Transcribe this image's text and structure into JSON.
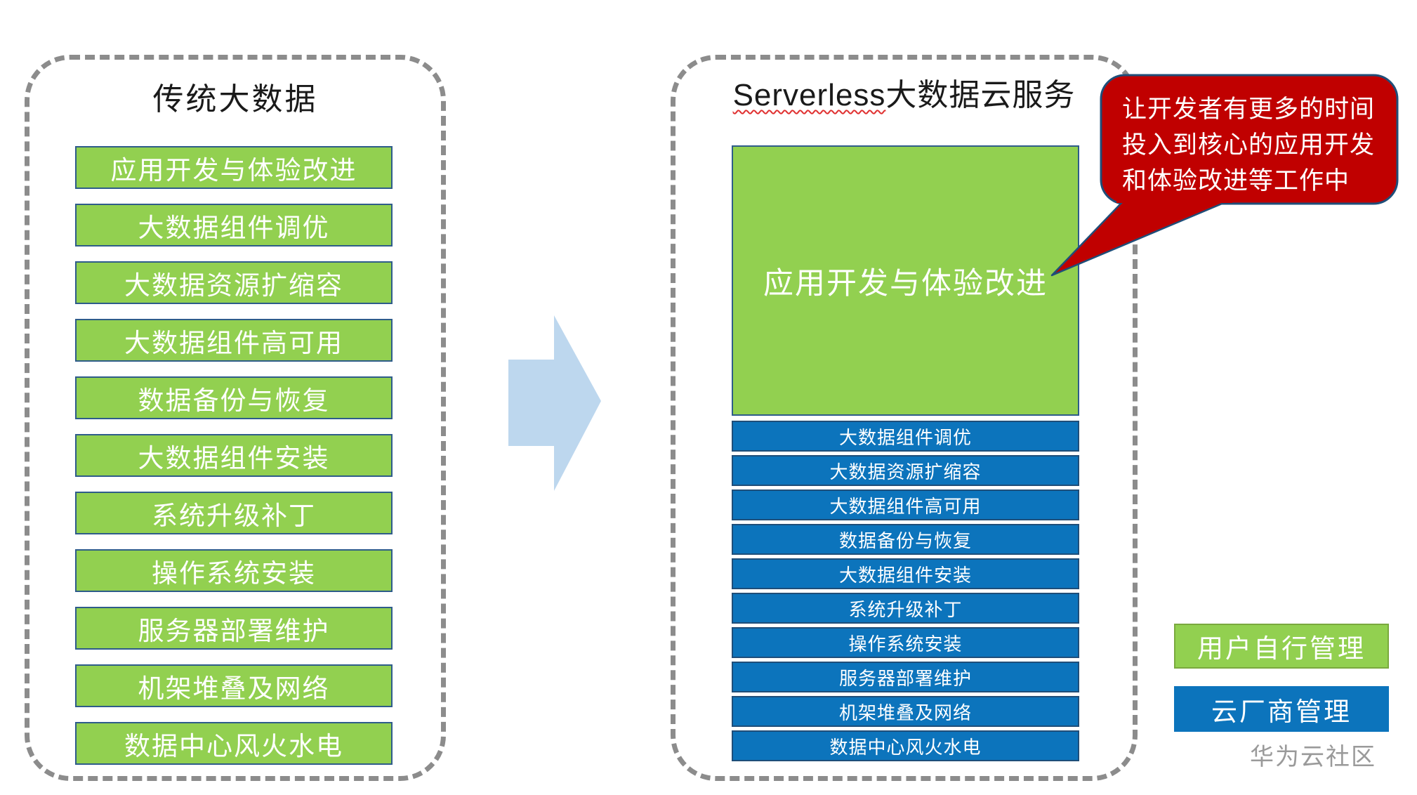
{
  "left_panel": {
    "title": "传统大数据",
    "boxes": [
      "应用开发与体验改进",
      "大数据组件调优",
      "大数据资源扩缩容",
      "大数据组件高可用",
      "数据备份与恢复",
      "大数据组件安装",
      "系统升级补丁",
      "操作系统安装",
      "服务器部署维护",
      "机架堆叠及网络",
      "数据中心风火水电"
    ]
  },
  "right_panel": {
    "title_en": "Serverless",
    "title_zh": "大数据云服务",
    "green_box": "应用开发与体验改进",
    "blue_boxes": [
      "大数据组件调优",
      "大数据资源扩缩容",
      "大数据组件高可用",
      "数据备份与恢复",
      "大数据组件安装",
      "系统升级补丁",
      "操作系统安装",
      "服务器部署维护",
      "机架堆叠及网络",
      "数据中心风火水电"
    ]
  },
  "callout": {
    "lines": [
      "让开发者有更多的时间",
      "投入到核心的应用开发",
      "和体验改进等工作中"
    ]
  },
  "legend": {
    "user_managed": "用户自行管理",
    "vendor_managed": "云厂商管理"
  },
  "watermark": "华为云社区",
  "colors": {
    "green": "#92d050",
    "blue": "#0c74bc",
    "box_border": "#2e5c8a",
    "callout_red": "#c00000",
    "callout_border": "#1f4e79",
    "dashed_border": "#8c8c8c",
    "arrow_fill": "#bdd7ee"
  }
}
